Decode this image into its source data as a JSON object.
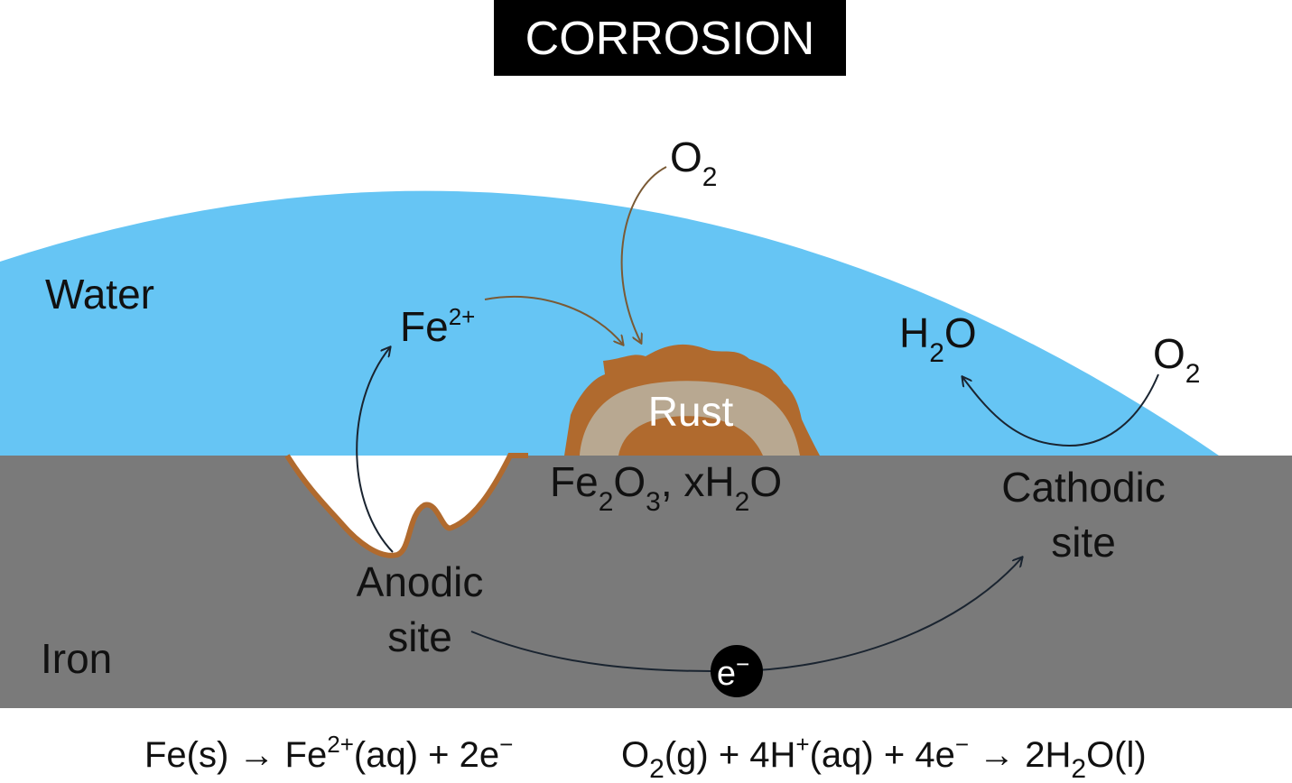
{
  "title": "CORROSION",
  "regions": {
    "water": "Water",
    "iron": "Iron"
  },
  "labels": {
    "fe_ion": {
      "base": "Fe",
      "sup": "2+"
    },
    "o2_top": {
      "base": "O",
      "sub": "2"
    },
    "o2_right": {
      "base": "O",
      "sub": "2"
    },
    "h2o": {
      "pre": "H",
      "sub": "2",
      "post": "O"
    },
    "rust": "Rust",
    "rust_formula": {
      "a": "Fe",
      "sub1": "2",
      "b": "O",
      "sub2": "3",
      "c": ", xH",
      "sub3": "2",
      "d": "O"
    },
    "anodic_line1": "Anodic",
    "anodic_line2": "site",
    "cathodic_line1": "Cathodic",
    "cathodic_line2": "site",
    "electron": {
      "base": "e",
      "sup": "−"
    }
  },
  "equations": {
    "anode": {
      "a": "Fe(s) → Fe",
      "sup": "2+",
      "b": "(aq) + 2e",
      "sup2": "−"
    },
    "cathode": {
      "a": "O",
      "sub": "2",
      "b": "(g) + 4H",
      "sup": "+",
      "c": "(aq) + 4e",
      "sup2": "−",
      "d": " → 2H",
      "sub2": "2",
      "e": "O(l)"
    }
  },
  "colors": {
    "water": "#66c5f4",
    "iron": "#7a7a7a",
    "rust_dark": "#b06a2e",
    "rust_light": "#b8a891",
    "arrow_brown": "#7a5a35",
    "arrow_dark": "#1a2430",
    "title_bg": "#000000"
  }
}
